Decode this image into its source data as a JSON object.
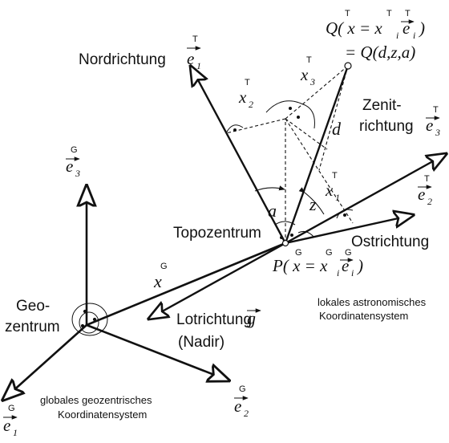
{
  "diagram": {
    "labels": {
      "nordrichtung": "Nordrichtung",
      "zenit_line1": "Zenit-",
      "zenit_line2": "richtung",
      "ostrichtung": "Ostrichtung",
      "topozentrum": "Topozentrum",
      "lotrichtung": "Lotrichtung",
      "nadir": "(Nadir)",
      "geo_line1": "Geo-",
      "geo_line2": "zentrum",
      "global_line1": "globales geozentrisches",
      "global_line2": "Koordinatensystem",
      "local_line1": "lokales astronomisches",
      "local_line2": "Koordinatensystem"
    },
    "formulas": {
      "Q_line1": "Q( x = x",
      "Q_sub_i": "i",
      "Q_e": "e",
      "Q_close": ")",
      "Q_line2": "= Q(d,z,a)",
      "P_line": "P( x = x",
      "P_sub_i": "i",
      "P_e": "e",
      "P_close": ")",
      "g_letter": "g",
      "x_letter": "x",
      "d_letter": "d",
      "a_letter": "a",
      "z_letter": "z"
    },
    "superscripts": {
      "T": "T",
      "G": "G"
    },
    "vectors": {
      "e": "e",
      "x": "x",
      "e1_sub": "1",
      "e2_sub": "2",
      "e3_sub": "3",
      "x1_sub": "1",
      "x2_sub": "2",
      "x3_sub": "3"
    }
  }
}
